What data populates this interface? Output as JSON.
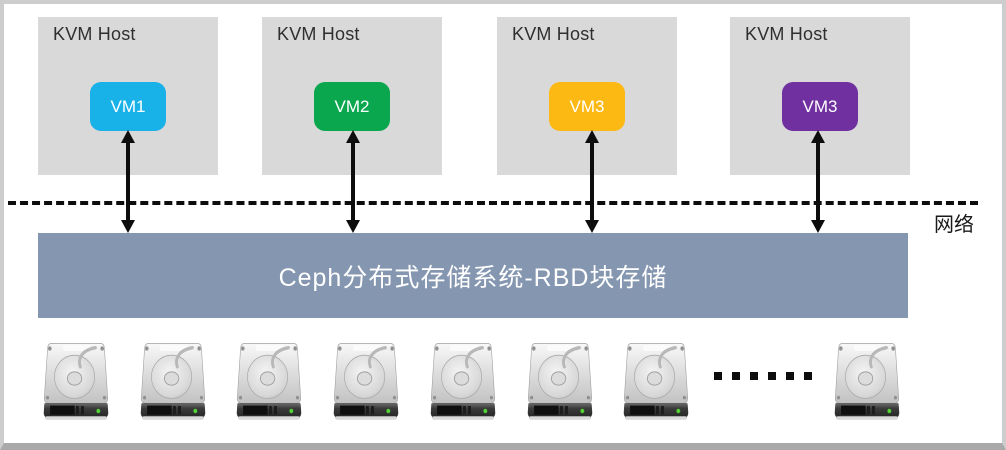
{
  "diagram": {
    "hosts": [
      {
        "label": "KVM Host",
        "vm_label": "VM1",
        "vm_color": "#18B2E8"
      },
      {
        "label": "KVM Host",
        "vm_label": "VM2",
        "vm_color": "#0BA74F"
      },
      {
        "label": "KVM Host",
        "vm_label": "VM3",
        "vm_color": "#FDB913"
      },
      {
        "label": "KVM Host",
        "vm_label": "VM3",
        "vm_color": "#7030A0"
      }
    ],
    "network": {
      "label": "网络"
    },
    "storage": {
      "label": "Ceph分布式存储系统-RBD块存储",
      "bar_color": "#8496B0"
    },
    "disk_row": {
      "left_count": 7,
      "right_count": 1,
      "ellipsis_dot_count": 6
    },
    "palette": {
      "host_bg": "#D9D9D9",
      "line_color": "#0D0D0D",
      "frame_border": "#CDCDCD",
      "frame_border_bottom": "#A9A9A9",
      "text_dark": "#2F2F2F"
    }
  }
}
